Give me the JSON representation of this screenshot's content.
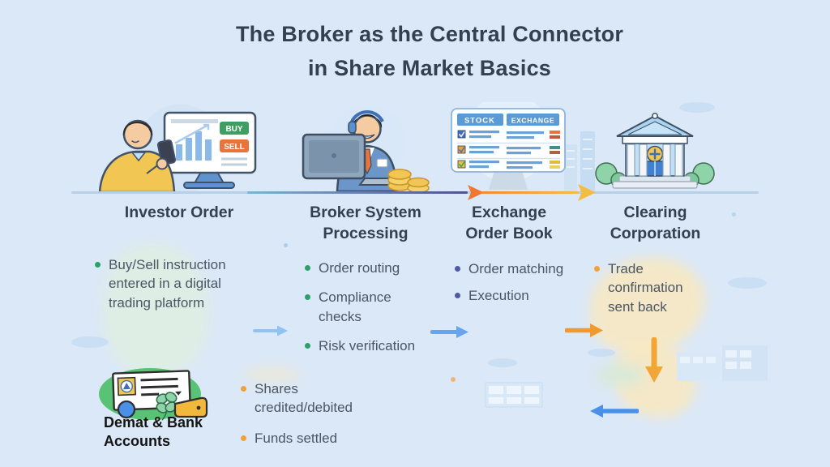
{
  "title": {
    "line1": "The Broker as the Central Connector",
    "line2": "in Share Market Basics"
  },
  "stages": [
    {
      "label": "Investor Order",
      "bullets": [
        "Buy/Sell instruction entered in a digital trading platform"
      ]
    },
    {
      "label": "Broker System Processing",
      "bullets": [
        "Order routing",
        "Compliance checks",
        "Risk verification"
      ]
    },
    {
      "label": "Exchange Order Book",
      "bullets": [
        "Order matching",
        "Execution"
      ]
    },
    {
      "label": "Clearing Corporation",
      "bullets": [
        "Trade confirmation sent back"
      ]
    }
  ],
  "demat": {
    "label": "Demat & Bank Accounts",
    "bullets": [
      "Shares credited/debited",
      "Funds settled"
    ]
  },
  "investor_screen": {
    "buy": "BUY",
    "sell": "SELL"
  },
  "exchange_screen": {
    "left": "STOCK",
    "right": "EXCHANGE"
  },
  "colors": {
    "background": "#dbe8f7",
    "heading_text": "#33404d",
    "body_text": "#4b5664",
    "bullet_green": "#2da06a",
    "bullet_indigo": "#4d59a3",
    "bullet_orange": "#f2a13a",
    "arrow_light_blue": "#8fc2f2",
    "arrow_blue": "#66a3f0",
    "arrow_left_blue": "#4a8fe8",
    "arrow_orange": "#f0992e",
    "buy_green": "#3f9f63",
    "sell_orange": "#e8743c",
    "exchange_header_blue": "#5b9bd5",
    "demat_ellipse_green": "#58c374"
  }
}
